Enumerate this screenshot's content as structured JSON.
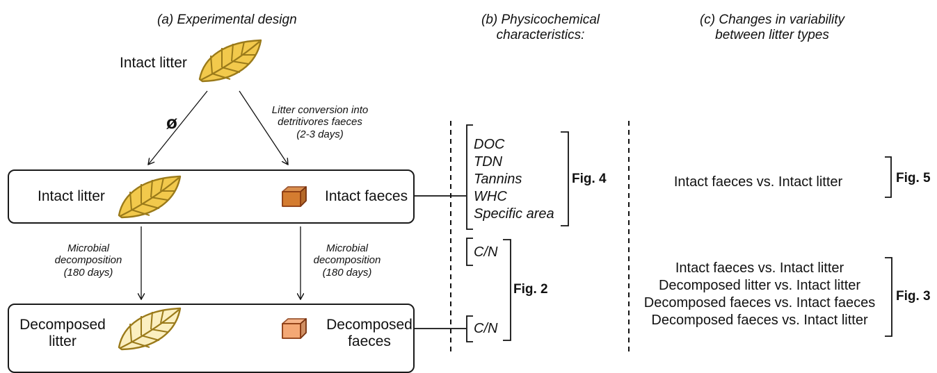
{
  "panels": {
    "a": "(a) Experimental design",
    "b": [
      "(b) Physicochemical",
      "characteristics:"
    ],
    "c": [
      "(c) Changes in variability",
      "between litter types"
    ]
  },
  "design": {
    "top_label": "Intact litter",
    "null_symbol": "ø",
    "conversion": [
      "Litter conversion into",
      "detritivores faeces",
      "(2-3 days)"
    ],
    "box1": {
      "left": "Intact litter",
      "right": "Intact faeces"
    },
    "microbial": [
      "Microbial",
      "decomposition",
      "(180 days)"
    ],
    "box2": {
      "left": [
        "Decomposed",
        "litter"
      ],
      "right": [
        "Decomposed",
        "faeces"
      ]
    }
  },
  "characteristics": {
    "group1": [
      "DOC",
      "TDN",
      "Tannins",
      "WHC",
      "Specific area"
    ],
    "group1_fig": "Fig. 4",
    "cn_top": "C/N",
    "cn_bottom": "C/N",
    "cn_fig": "Fig. 2"
  },
  "variability": {
    "group1": [
      "Intact faeces vs. Intact litter"
    ],
    "group1_fig": "Fig. 5",
    "group2": [
      "Intact faeces vs. Intact litter",
      "Decomposed litter vs. Intact litter",
      "Decomposed faeces vs. Intact faeces",
      "Decomposed faeces vs. Intact litter"
    ],
    "group2_fig": "Fig. 3"
  },
  "colors": {
    "intact_leaf": "#F2C94C",
    "decomposed_leaf": "#FBEFC0",
    "leaf_stroke": "#9A7A1A",
    "intact_faeces": "#D47C30",
    "decomposed_faeces": "#F4A875",
    "faeces_stroke": "#8B3A10"
  }
}
